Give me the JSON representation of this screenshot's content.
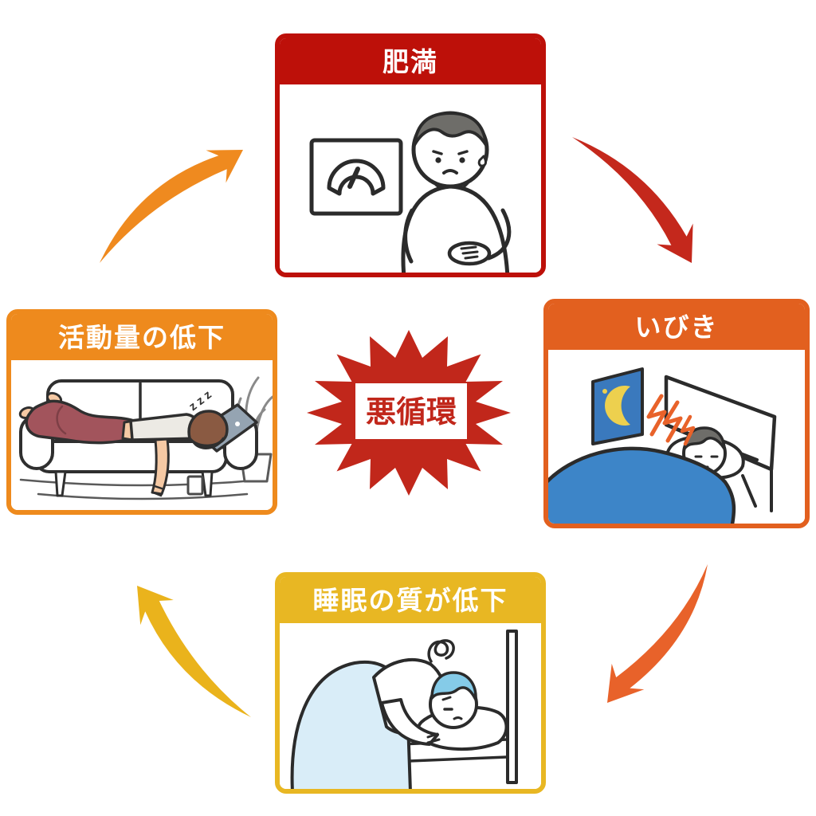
{
  "diagram": {
    "center_label": "悪循環",
    "center_color": "#c1271b",
    "center_text_color": "#c1271b",
    "nodes": [
      {
        "id": "obesity",
        "position": "top",
        "label": "肥満",
        "color": "#bd1009",
        "illustration": "worried-overweight-person-with-weight-scale"
      },
      {
        "id": "snoring",
        "position": "right",
        "label": "いびき",
        "color": "#e2601f",
        "illustration": "person-snoring-in-bed-at-night"
      },
      {
        "id": "poor-sleep",
        "position": "bottom",
        "label": "睡眠の質が低下",
        "color": "#e8b723",
        "illustration": "person-sleeping-restlessly"
      },
      {
        "id": "low-activity",
        "position": "left",
        "label": "活動量の低下",
        "color": "#ee8a1d",
        "illustration": "person-lying-idle-on-sofa"
      }
    ],
    "arrows": [
      {
        "from": "obesity",
        "to": "snoring",
        "color": "#c4281c"
      },
      {
        "from": "snoring",
        "to": "poor-sleep",
        "color": "#e8622a"
      },
      {
        "from": "poor-sleep",
        "to": "low-activity",
        "color": "#eab31c"
      },
      {
        "from": "low-activity",
        "to": "obesity",
        "color": "#ef8a1f"
      }
    ],
    "sleep_zzz_text": "z z z",
    "illustration_colors": {
      "outline": "#2b2b2b",
      "blanket_blue": "#3d85c8",
      "window_blue": "#3a79bd",
      "moon_yellow": "#edd04e",
      "light_blanket_blue": "#d9edf8",
      "light_hair_blue": "#85cbe8",
      "gray_hair": "#6e6d69",
      "snore_orange": "#e8622a",
      "pants_maroon": "#a2545c",
      "shirt_gray": "#eceae4",
      "skin": "#f5c9a4",
      "laptop_gray": "#95a4b2",
      "brown_hair": "#8a5a42"
    }
  }
}
